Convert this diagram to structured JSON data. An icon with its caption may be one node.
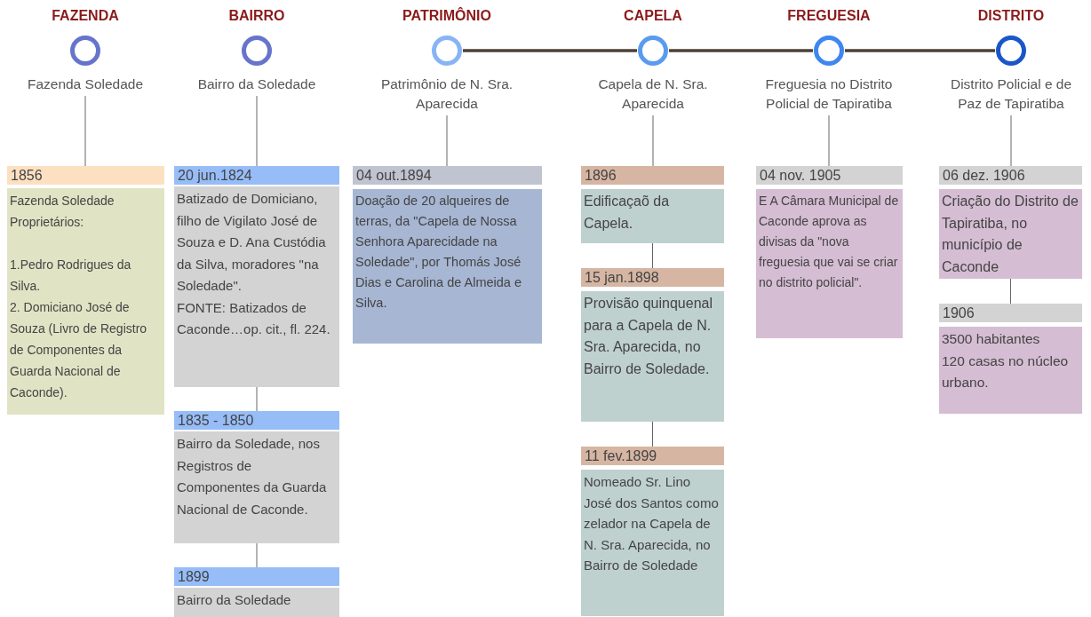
{
  "diagram": {
    "nodes": [
      {
        "text": [
          "FAZENDA"
        ],
        "beside": [
          "Fazenda Soledade"
        ]
      },
      {
        "text": [
          "BAIRRO"
        ],
        "beside": [
          "Bairro da Soledade"
        ]
      },
      {
        "text": [
          "PATRIMÔNIO"
        ],
        "beside": [
          "Patrimônio de N. Sra. Aparecida"
        ]
      },
      {
        "text": [
          "CAPELA"
        ],
        "beside": [
          "Capela de N. Sra. Aparecida"
        ]
      },
      {
        "text": [
          "FREGUESIA"
        ],
        "beside": [
          "Freguesia no Distrito Policial de Tapiratiba"
        ]
      },
      {
        "text": [
          "DISTRITO"
        ],
        "beside": [
          "Distrito Policial e de Paz de Tapiratiba"
        ]
      },
      {
        "text": [
          "1856",
          "Fazenda Soledade Proprietários:",
          "1.Pedro Rodrigues da Silva.",
          "2. Domiciano José de Souza (Livro de Registro de Componentes da Guarda Nacional de Caconde)."
        ]
      },
      {
        "text": [
          "20 jun.1824",
          "Batizado de Domiciano, filho de Vigilato José de Souza e D. Ana Custódia da Silva, moradores \"na Soledade\".",
          "FONTE: Batizados de Caconde…op. cit., fl. 224."
        ]
      },
      {
        "text": [
          "1835 - 1850",
          "Bairro da Soledade, nos Registros de Componentes da Guarda Nacional de Caconde."
        ]
      },
      {
        "text": [
          "1899",
          "Bairro da Soledade"
        ]
      },
      {
        "text": [
          "04 out.1894",
          "Doação de 20 alqueires de terras, da \"Capela de Nossa Senhora Aparecidade na Soledade\", por Thomás José Dias e Carolina de Almeida e Silva."
        ]
      },
      {
        "text": [
          "1896",
          "Edificaçaõ da Capela."
        ]
      },
      {
        "text": [
          "15 jan.1898",
          "Provisão quinquenal para a Capela de N. Sra. Aparecida, no Bairro de Soledade."
        ]
      },
      {
        "text": [
          "11 fev.1899",
          "Nomeado Sr. Lino José dos Santos como zelador na Capela de N. Sra. Aparecida, no Bairro de Soledade"
        ]
      },
      {
        "text": [
          "04 nov. 1905",
          "E A Câmara Municipal de Caconde aprova as divisas da \"nova freguesia que vai se criar no distrito policial\"."
        ]
      },
      {
        "text": [
          "06 dez. 1906",
          "Criação do Distrito de Tapiratiba, no município de Caconde"
        ]
      },
      {
        "text": [
          "1906",
          "3500 habitantes",
          "120 casas no núcleo urbano."
        ]
      }
    ],
    "edges": [
      {
        "from": 2,
        "to": 3,
        "arrow": "none",
        "style": "thick",
        "color": "#4b4039"
      },
      {
        "from": 3,
        "to": 4,
        "arrow": "none",
        "style": "thick",
        "color": "#4b4039"
      },
      {
        "from": 4,
        "to": 5,
        "arrow": "none",
        "style": "thick",
        "color": "#4b4039"
      },
      {
        "from": 0,
        "to": 6,
        "arrow": "none"
      },
      {
        "from": 1,
        "to": 7,
        "arrow": "none"
      },
      {
        "from": 7,
        "to": 8,
        "arrow": "none"
      },
      {
        "from": 8,
        "to": 9,
        "arrow": "none"
      },
      {
        "from": 2,
        "to": 10,
        "arrow": "none"
      },
      {
        "from": 3,
        "to": 11,
        "arrow": "none"
      },
      {
        "from": 11,
        "to": 12,
        "arrow": "none"
      },
      {
        "from": 12,
        "to": 13,
        "arrow": "none"
      },
      {
        "from": 4,
        "to": 14,
        "arrow": "none"
      },
      {
        "from": 5,
        "to": 15,
        "arrow": "none"
      },
      {
        "from": 15,
        "to": 16,
        "arrow": "none"
      }
    ]
  }
}
